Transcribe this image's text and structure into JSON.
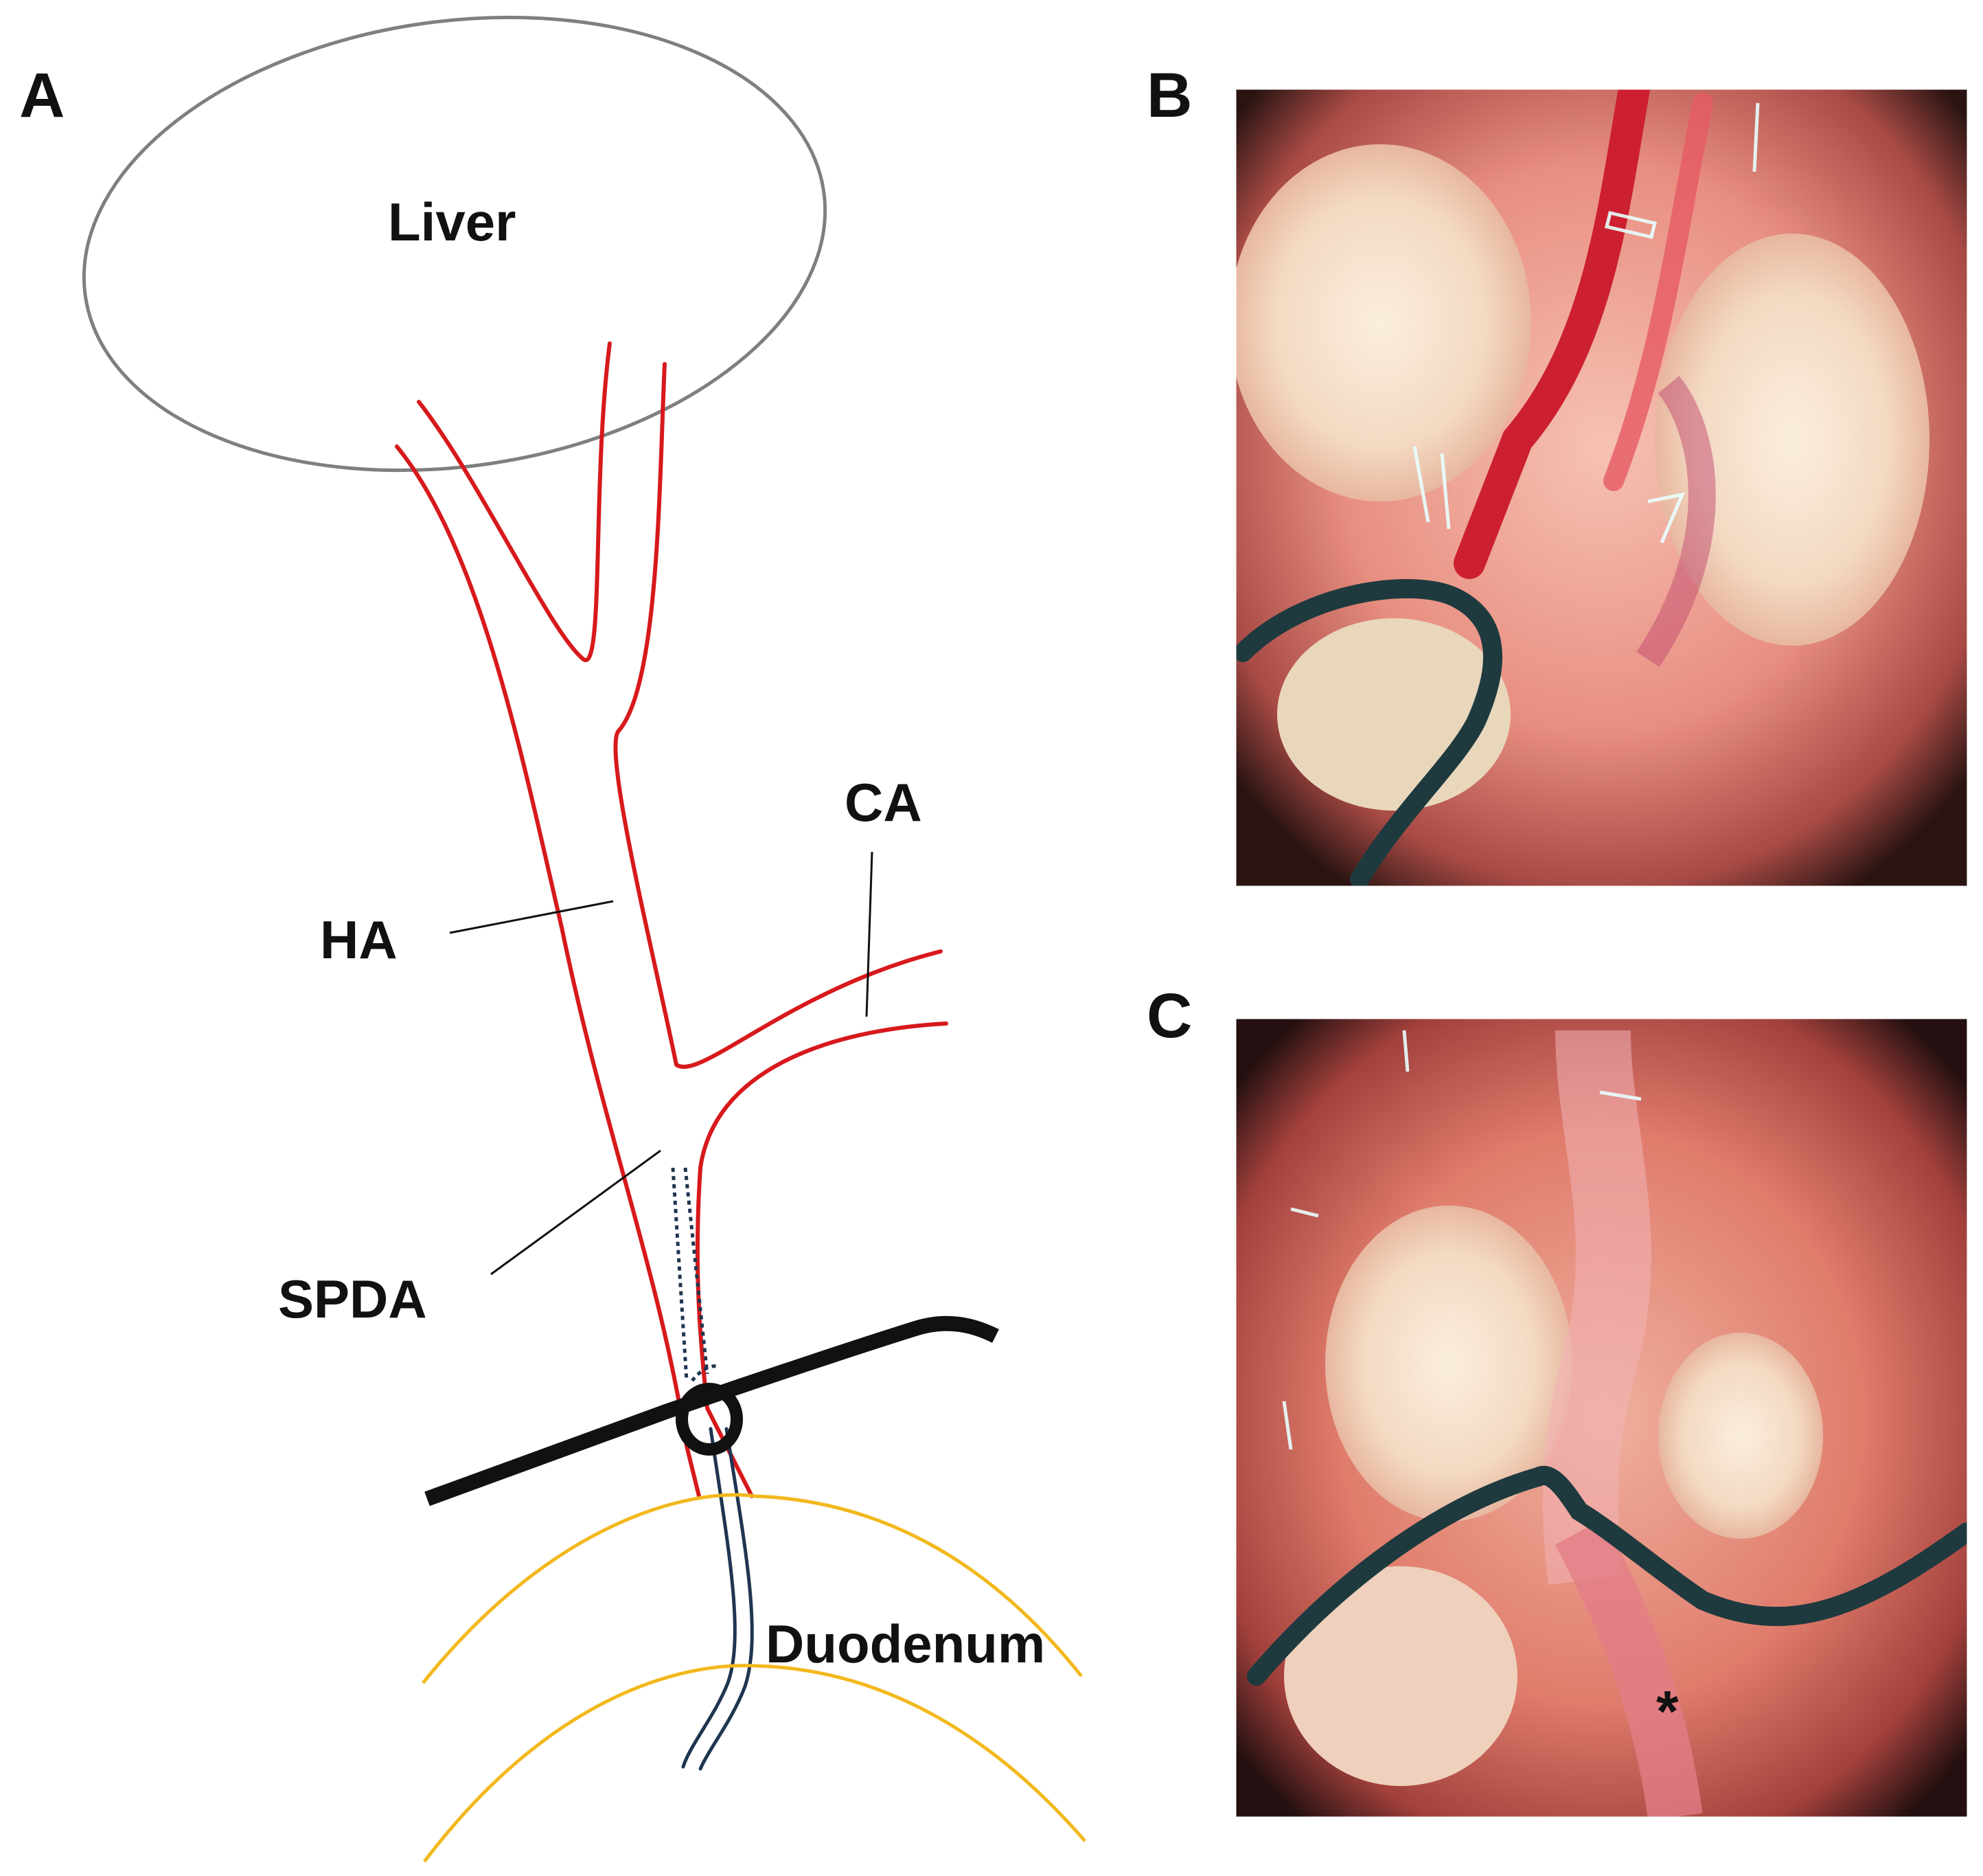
{
  "panels": {
    "a": {
      "letter": "A"
    },
    "b": {
      "letter": "B"
    },
    "c": {
      "letter": "C"
    }
  },
  "labels": {
    "liver": "Liver",
    "ha": "HA",
    "ca": "CA",
    "spda": "SPDA",
    "duodenum": "Duodenum",
    "asterisk": "*"
  },
  "colors": {
    "vessel": "#d7191c",
    "liver_outline": "#7f7f7f",
    "duodenum": "#f2b81c",
    "catheter": "#1f3550",
    "ligature": "#111111"
  }
}
